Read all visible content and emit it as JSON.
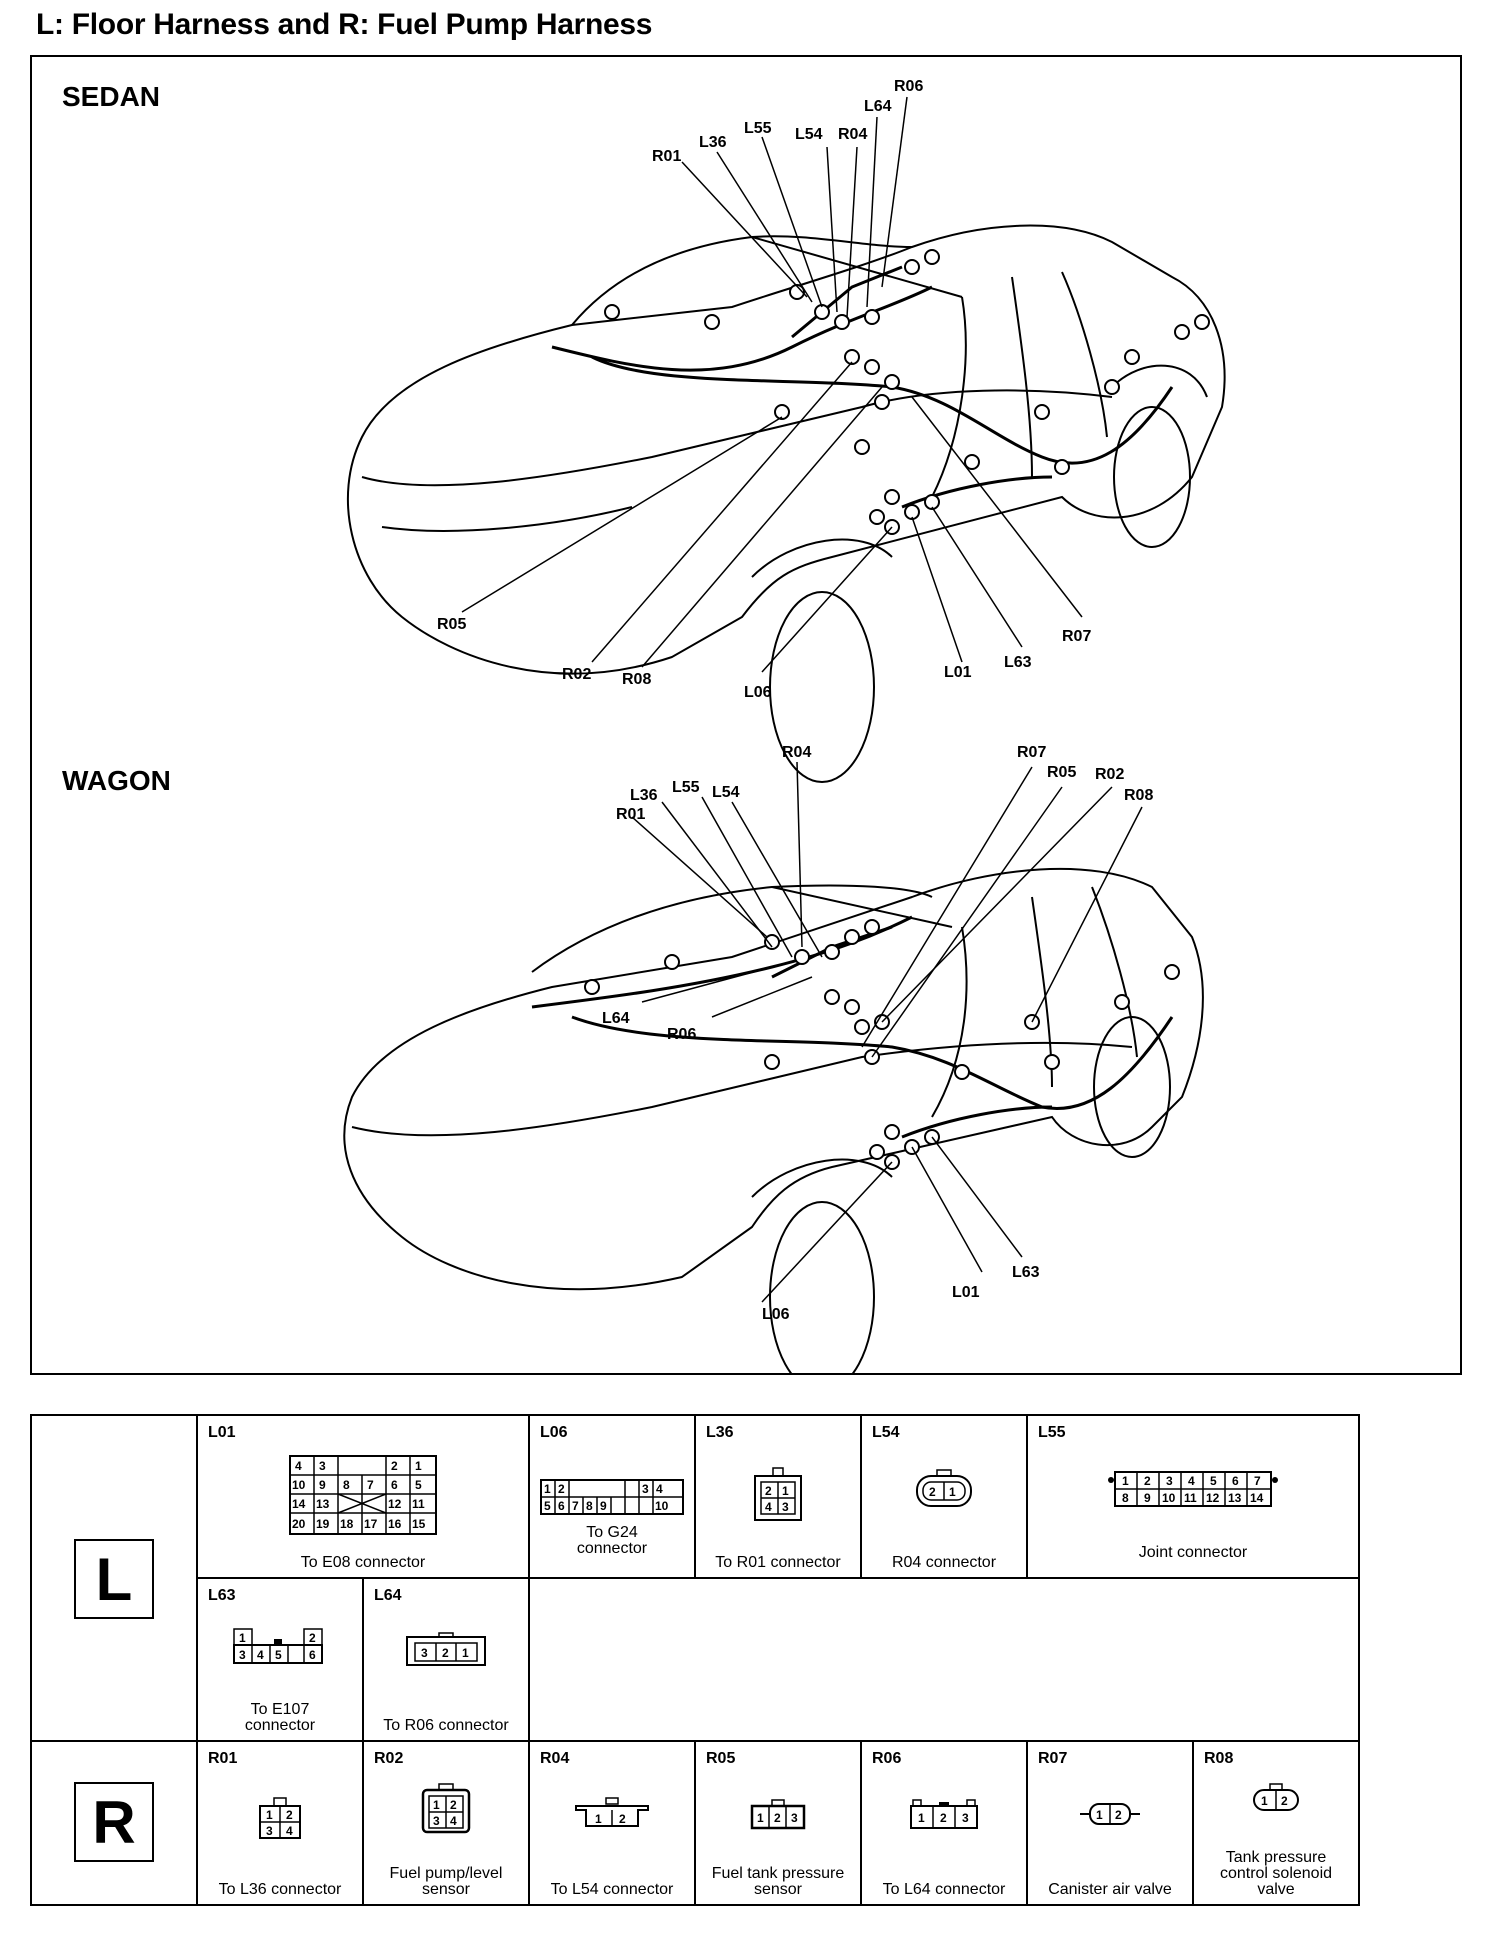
{
  "title": "L: Floor Harness and R: Fuel Pump Harness",
  "sedan": {
    "label": "SEDAN",
    "callouts": {
      "R06": "R06",
      "L64": "L64",
      "L55": "L55",
      "L54": "L54",
      "R04": "R04",
      "L36": "L36",
      "R01": "R01",
      "R05": "R05",
      "R02": "R02",
      "R08": "R08",
      "L06": "L06",
      "L01": "L01",
      "L63": "L63",
      "R07": "R07"
    }
  },
  "wagon": {
    "label": "WAGON",
    "callouts": {
      "R04": "R04",
      "R07": "R07",
      "R05": "R05",
      "R02": "R02",
      "R08": "R08",
      "L36": "L36",
      "L55": "L55",
      "L54": "L54",
      "R01": "R01",
      "L64": "L64",
      "R06": "R06",
      "L63": "L63",
      "L01": "L01",
      "L06": "L06"
    }
  },
  "table": {
    "L": {
      "letter": "L",
      "connectors": [
        {
          "id": "L01",
          "desc": "To E08 connector",
          "pins": [
            "4",
            "3",
            "2",
            "1",
            "10",
            "9",
            "8",
            "7",
            "6",
            "5",
            "14",
            "13",
            "12",
            "11",
            "20",
            "19",
            "18",
            "17",
            "16",
            "15"
          ]
        },
        {
          "id": "L06",
          "desc": "To G24 connector",
          "pins": [
            "1",
            "2",
            "3",
            "4",
            "5",
            "6",
            "7",
            "8",
            "9",
            "10"
          ]
        },
        {
          "id": "L36",
          "desc": "To R01 connector",
          "pins": [
            "2",
            "1",
            "4",
            "3"
          ]
        },
        {
          "id": "L54",
          "desc": "R04 connector",
          "pins": [
            "2",
            "1"
          ]
        },
        {
          "id": "L55",
          "desc": "Joint connector",
          "pins": [
            "1",
            "2",
            "3",
            "4",
            "5",
            "6",
            "7",
            "8",
            "9",
            "10",
            "11",
            "12",
            "13",
            "14"
          ]
        },
        {
          "id": "L63",
          "desc": "To E107 connector",
          "pins": [
            "1",
            "2",
            "3",
            "4",
            "5",
            "6"
          ]
        },
        {
          "id": "L64",
          "desc": "To R06 connector",
          "pins": [
            "3",
            "2",
            "1"
          ]
        }
      ]
    },
    "R": {
      "letter": "R",
      "connectors": [
        {
          "id": "R01",
          "desc": "To L36 connector",
          "pins": [
            "1",
            "2",
            "3",
            "4"
          ]
        },
        {
          "id": "R02",
          "desc": "Fuel pump/level sensor",
          "pins": [
            "1",
            "2",
            "3",
            "4"
          ]
        },
        {
          "id": "R04",
          "desc": "To L54 connector",
          "pins": [
            "1",
            "2"
          ]
        },
        {
          "id": "R05",
          "desc": "Fuel tank pressure sensor",
          "pins": [
            "1",
            "2",
            "3"
          ]
        },
        {
          "id": "R06",
          "desc": "To L64 connector",
          "pins": [
            "1",
            "2",
            "3"
          ]
        },
        {
          "id": "R07",
          "desc": "Canister air valve",
          "pins": [
            "1",
            "2"
          ]
        },
        {
          "id": "R08",
          "desc": "Tank pressure control solenoid valve",
          "pins": [
            "1",
            "2"
          ]
        }
      ]
    }
  }
}
